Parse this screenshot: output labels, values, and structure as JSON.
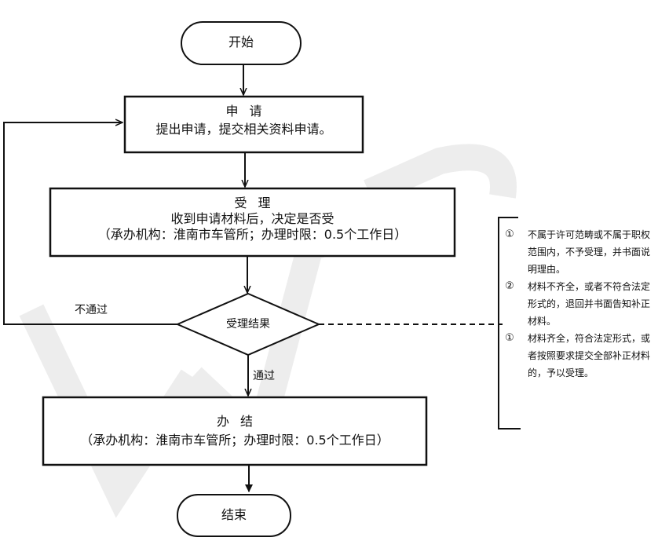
{
  "flowchart": {
    "start": {
      "label": "开始"
    },
    "apply": {
      "title": "申请",
      "body": "提出申请，提交相关资料申请。"
    },
    "accept": {
      "title": "受理",
      "body": "收到申请材料后，决定是否受",
      "detail": "（承办机构：淮南市车管所；办理时限：0.5个工作日）"
    },
    "decision": {
      "label": "受理结果"
    },
    "reject_label": "不通过",
    "pass_label": "通过",
    "complete": {
      "title": "办结",
      "detail": "（承办机构：淮南市车管所；办理时限：0.5个工作日）"
    },
    "end": {
      "label": "结束"
    },
    "notes": [
      {
        "number": "①",
        "text": "不属于许可范畴或不属于职权范围内，不予受理，并书面说明理由。"
      },
      {
        "number": "②",
        "text": "材料不齐全，或者不符合法定形式的，退回并书面告知补正材料。"
      },
      {
        "number": "①",
        "text": "材料齐全，符合法定形式，或者按照要求提交全部补正材料的，予以受理。"
      }
    ]
  },
  "colors": {
    "line": "#111111",
    "background": "#ffffff",
    "watermark": "#ececec"
  }
}
